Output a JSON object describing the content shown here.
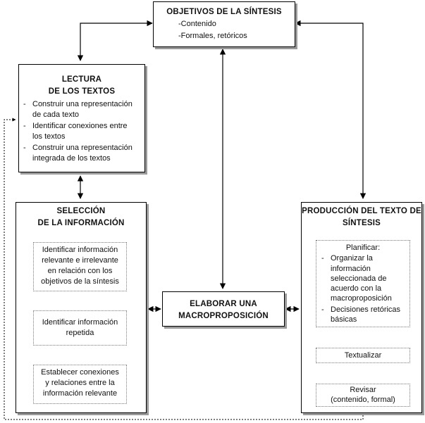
{
  "objetivos": {
    "title": "OBJETIVOS DE LA SÍNTESIS",
    "items": [
      "-Contenido",
      "-Formales, retóricos"
    ]
  },
  "lectura": {
    "title_1": "LECTURA",
    "title_2": "DE LOS TEXTOS",
    "items": [
      [
        "- ",
        "Construir una representación",
        "de cada texto"
      ],
      [
        "- ",
        "Identificar conexiones entre",
        "los textos"
      ],
      [
        "- ",
        "Construir una representación",
        "integrada de los textos"
      ]
    ]
  },
  "seleccion": {
    "title_1": "SELECCIÓN",
    "title_2": "DE LA INFORMACIÓN",
    "sub1": [
      "Identificar información",
      "relevante e irrelevante",
      "en relación con los",
      "objetivos de la síntesis"
    ],
    "sub2": [
      "Identificar información",
      "repetida"
    ],
    "sub3": [
      "Establecer conexiones",
      "y relaciones entre la",
      "información relevante"
    ]
  },
  "elaborar": {
    "line_1": "ELABORAR UNA",
    "line_2": "MACROPROPOSICIÓN"
  },
  "produccion": {
    "title_1": "PRODUCCIÓN DEL TEXTO DE",
    "title_2": "SÍNTESIS",
    "planificar_label": "Planificar:",
    "plan_items": [
      [
        "-",
        "Organizar la",
        "información",
        "seleccionada de",
        "acuerdo con la",
        "macroproposición"
      ],
      [
        "-",
        "Decisiones retóricas",
        "básicas"
      ]
    ],
    "textualizar": "Textualizar",
    "revisar_1": "Revisar",
    "revisar_2": "(contenido, formal)"
  }
}
